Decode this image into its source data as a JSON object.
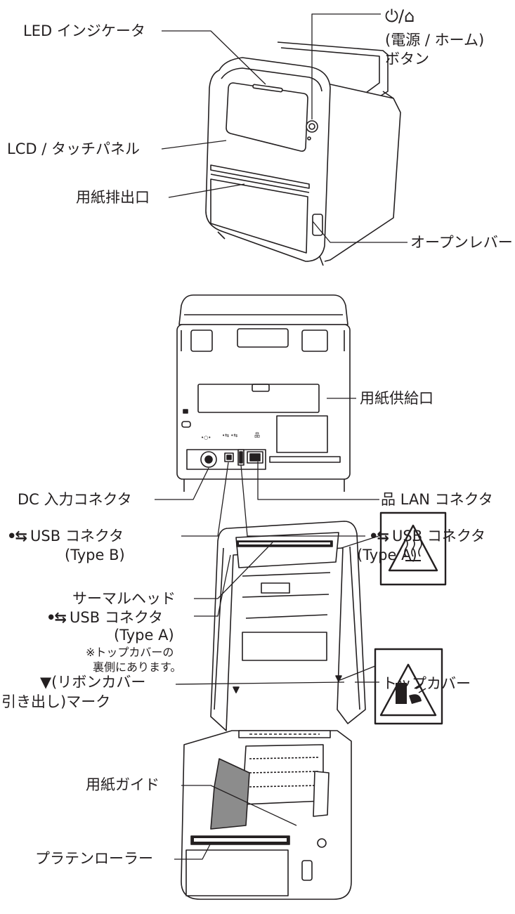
{
  "front_view": {
    "led_indicator": "LED インジケータ",
    "power_icon": "⏻/⌂",
    "power_button_line1": "(電源 / ホーム)",
    "power_button_line2": "ボタン",
    "lcd_touch_panel": "LCD / タッチパネル",
    "paper_exit": "用紙排出口",
    "open_lever": "オープンレバー"
  },
  "rear_view": {
    "paper_feed": "用紙供給口",
    "dc_input": "DC 入力コネクタ",
    "lan_icon": "品",
    "lan_connector": "LAN コネクタ",
    "usb_icon": "•⇆",
    "usb_b_label": "USB コネクタ",
    "usb_b_type": "(Type B)",
    "usb_a_label": "USB コネクタ",
    "usb_a_type": "(Type A)"
  },
  "inner_view": {
    "thermal_head": "サーマルヘッド",
    "usb_icon": "•⇆",
    "usb_label": "USB コネクタ",
    "usb_type": "(Type A)",
    "note_line1": "※トップカバーの",
    "note_line2": "裏側にあります。",
    "top_cover": "トップカバー",
    "ribbon_mark_line1": "▼(リボンカバー",
    "ribbon_mark_line2": "引き出し)マーク",
    "paper_guide": "用紙ガイド",
    "platen_roller": "プラテンローラー"
  },
  "colors": {
    "line": "#231f20",
    "fill": "#ffffff",
    "shade": "#8c8c8c"
  }
}
